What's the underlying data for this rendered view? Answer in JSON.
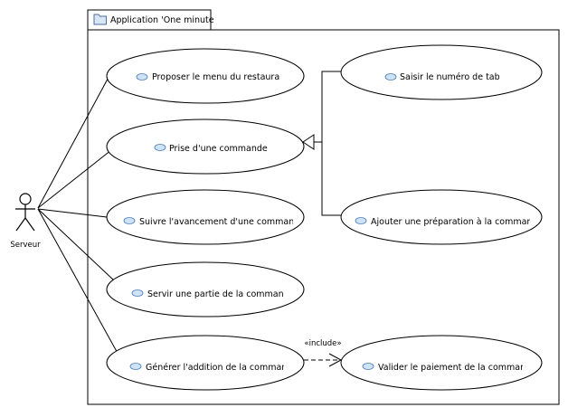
{
  "system": {
    "title": "Application 'One minute",
    "icon": "folder-icon"
  },
  "actor": {
    "name": "Serveur",
    "icon": "stick-figure-icon"
  },
  "use_cases": [
    {
      "id": "uc-proposer-menu",
      "label": "Proposer le menu du restauran"
    },
    {
      "id": "uc-prise-commande",
      "label": "Prise d'une commande"
    },
    {
      "id": "uc-suivre-avancement",
      "label": "Suivre l'avancement d'une commande"
    },
    {
      "id": "uc-servir-partie",
      "label": "Servir une partie de la commande"
    },
    {
      "id": "uc-generer-addition",
      "label": "Générer l'addition de la commande"
    },
    {
      "id": "uc-saisir-numero",
      "label": "Saisir le numéro de table"
    },
    {
      "id": "uc-ajouter-preparation",
      "label": "Ajouter une préparation à la commande"
    },
    {
      "id": "uc-valider-paiement",
      "label": "Valider le paiement de la commande"
    }
  ],
  "relations": {
    "include_label": "«include»"
  },
  "colors": {
    "line": "#000000",
    "usecase_icon_fill": "#cfe3f7",
    "usecase_icon_stroke": "#4a7ab8",
    "folder_fill": "#d8e6f5",
    "folder_stroke": "#4a6fa0"
  }
}
